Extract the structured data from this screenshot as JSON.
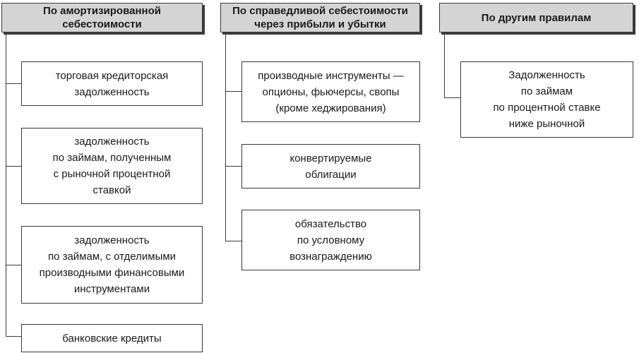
{
  "columns": [
    {
      "header": "По амортизированной\nсебестоимости",
      "items": [
        "торговая кредиторская\nзадолженность",
        "задолженность\nпо займам, полученным\nс рыночной процентной\nставкой",
        "задолженность\nпо займам, с отделимыми\nпроизводными финансовыми\nинструментами",
        "банковские кредиты"
      ]
    },
    {
      "header": "По справедливой себестоимости\nчерез прибыли и убытки",
      "items": [
        "производные инструменты —\nопционы, фьючерсы, свопы\n(кроме хеджирования)",
        "конвертируемые\nоблигации",
        "обязательство\nпо условному\nвознаграждению"
      ]
    },
    {
      "header": "По другим правилам",
      "items": [
        "Задолженность\nпо займам\nпо процентной ставке\nниже рыночной"
      ]
    }
  ]
}
